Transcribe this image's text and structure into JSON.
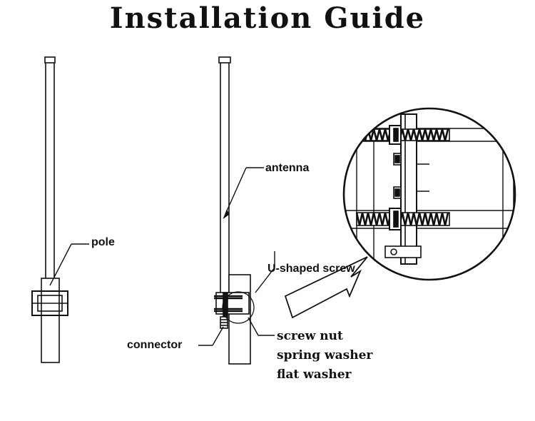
{
  "title": "Installation Guide",
  "labels": {
    "pole": "pole",
    "antenna": "antenna",
    "u_screw": "U-shaped screw",
    "connector": "connector",
    "screw_nut": "screw nut",
    "spring_washer": "spring washer",
    "flat_washer": "flat washer"
  },
  "colors": {
    "ink": "#111111",
    "background": "#ffffff"
  }
}
